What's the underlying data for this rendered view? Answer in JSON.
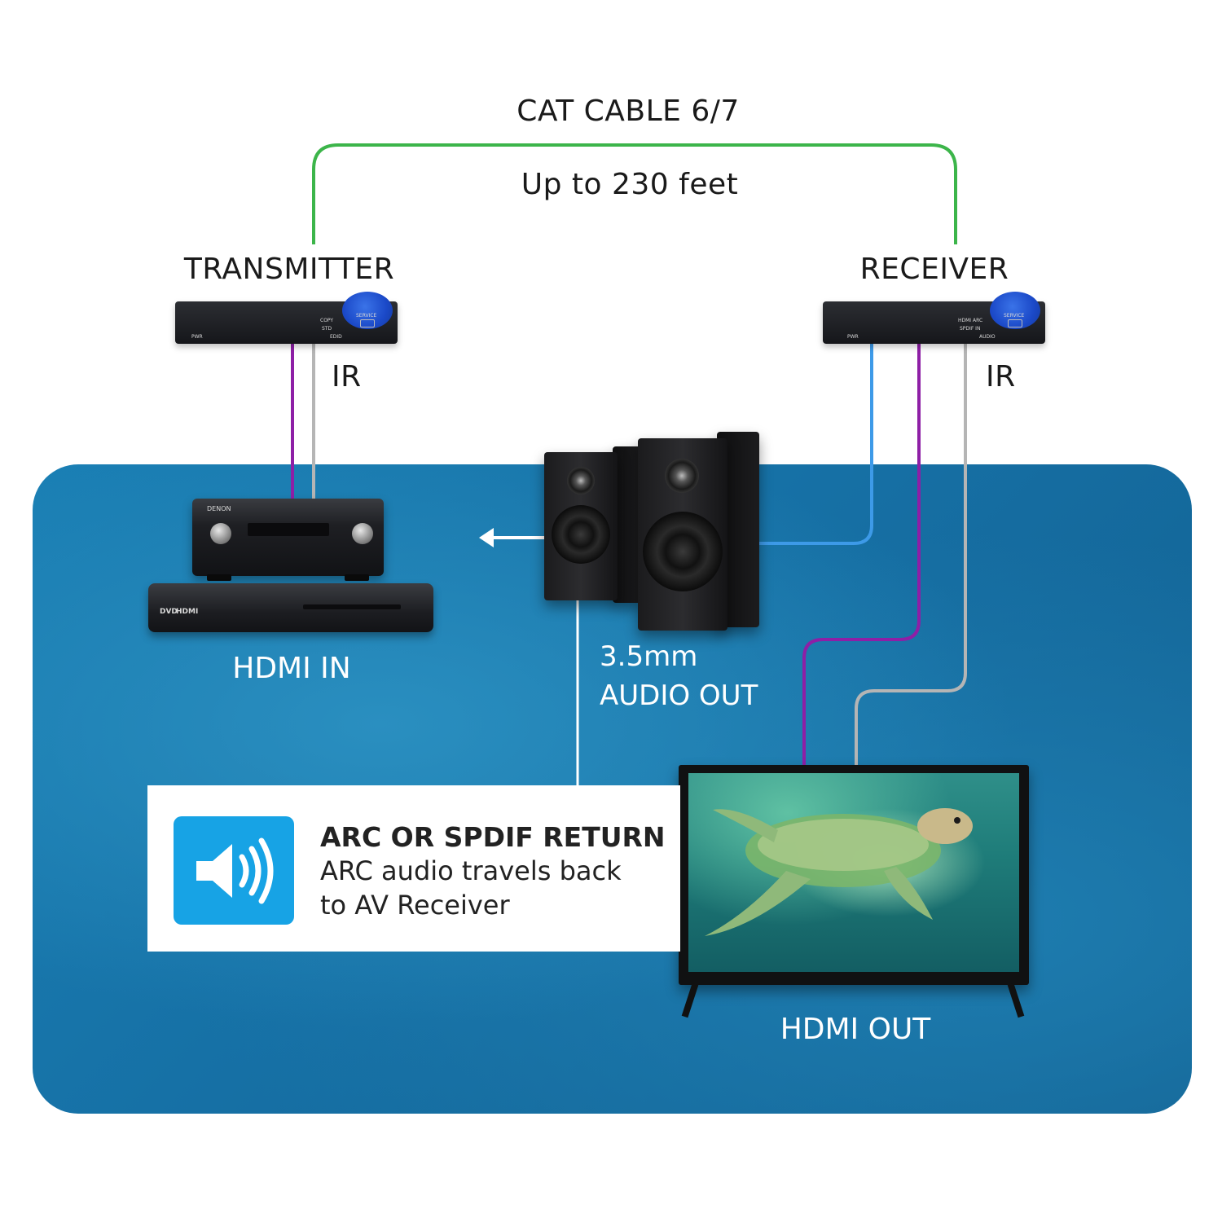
{
  "cable": {
    "title": "CAT CABLE 6/7",
    "distance": "Up to 230 feet"
  },
  "transmitter": {
    "label": "TRANSMITTER",
    "ir_label": "IR",
    "panel_text": {
      "copy": "COPY",
      "std": "STD",
      "edid": "EDID",
      "service": "SERVICE",
      "pwr": "PWR"
    }
  },
  "receiver": {
    "label": "RECEIVER",
    "ir_label": "IR",
    "panel_text": {
      "hdmi_arc": "HDMI ARC",
      "spdif_in": "SPDIF IN",
      "audio": "AUDIO",
      "service": "SERVICE",
      "pwr": "PWR"
    }
  },
  "source": {
    "label": "HDMI IN",
    "avr_brand": "DENON",
    "dvd_badge": "DVD",
    "hdmi_badge": "HDMI"
  },
  "speakers": {
    "label_line1": "3.5mm",
    "label_line2": "AUDIO OUT"
  },
  "display": {
    "label": "HDMI OUT"
  },
  "info_card": {
    "title": "ARC OR SPDIF RETURN",
    "line1": "ARC audio travels back",
    "line2": "to AV Receiver"
  },
  "colors": {
    "cat_cable": "#3cb54a",
    "hdmi_wire": "#8e1fa6",
    "ir_wire": "#b5b5b5",
    "audio_wire": "#3d9ae8",
    "panel": "#1670a5",
    "icon_box": "#17a3e5"
  }
}
